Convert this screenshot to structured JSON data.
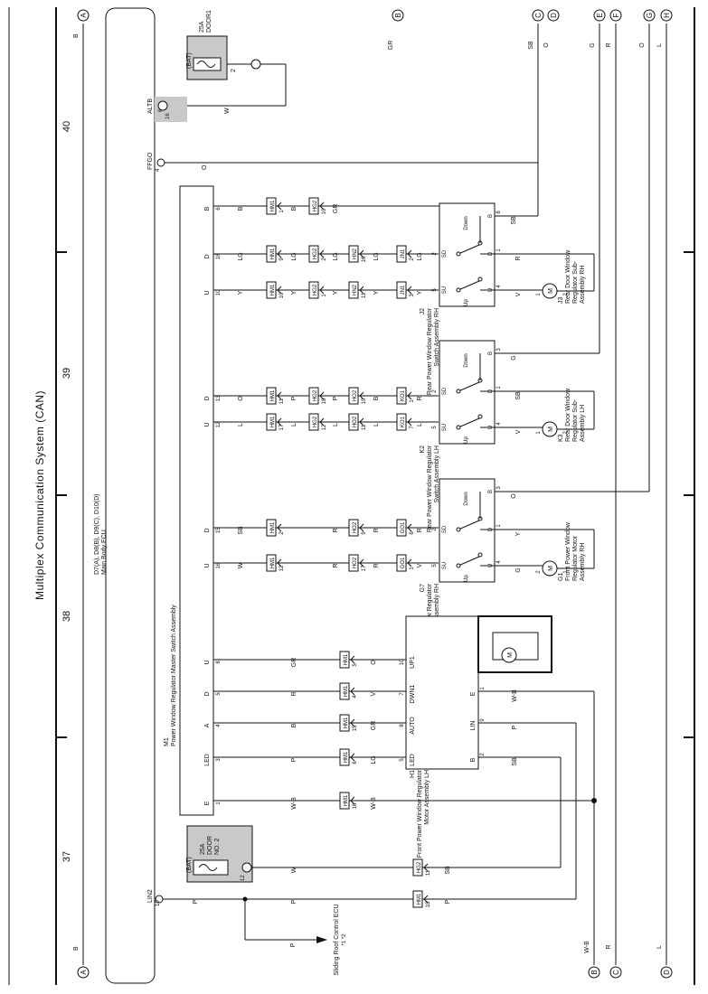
{
  "page": {
    "title": "Multiplex Communication System (CAN)",
    "grid_numbers": [
      "40",
      "39",
      "38",
      "37"
    ]
  },
  "ecu": {
    "label": "D7(A), D8(B), D9(C), D10(D)",
    "sub": "Main Body ECU"
  },
  "master": {
    "code": "M1",
    "name": "Power Window Regulator Master Switch Assembly"
  },
  "terminals": {
    "top": [
      {
        "id": "A",
        "wire": "B"
      },
      {
        "id": "B",
        "wire": "GR"
      },
      {
        "id": "C",
        "wire": "SB"
      },
      {
        "id": "D",
        "wire": "O"
      },
      {
        "id": "E",
        "wire": "G"
      },
      {
        "id": "F",
        "wire": "R"
      },
      {
        "id": "G",
        "wire": "O"
      },
      {
        "id": "H",
        "wire": "L"
      }
    ],
    "bottom": [
      {
        "id": "A",
        "wire": "B"
      },
      {
        "id": "B",
        "wire": "W-B"
      },
      {
        "id": "C",
        "wire": "R"
      },
      {
        "id": "D",
        "wire": "L"
      }
    ]
  },
  "fuses": {
    "door1": {
      "rating": "25A",
      "name": "DOOR1",
      "supply": "(BAT)",
      "pin": "2"
    },
    "door2": {
      "rating": "25A",
      "name": "DOOR",
      "name2": "NO. 2",
      "supply": "(BAT)",
      "pin": "12"
    }
  },
  "pins": {
    "altb": {
      "name": "ALTB",
      "conn": "6",
      "pin": "16",
      "wire": "W"
    },
    "ffgo": {
      "name": "FFGO",
      "pin": "4",
      "wire": "O"
    },
    "lin2": {
      "name": "LIN2",
      "pin": "10",
      "wire": "P"
    }
  },
  "rows": [
    {
      "term": "B",
      "pin": "6",
      "w1": "B",
      "c1": "HM1",
      "p1": "1",
      "w2": "B",
      "c2": "HG2",
      "p2": "10",
      "w3": "GR"
    },
    {
      "term": "D",
      "pin": "18",
      "w1": "LG",
      "c1": "HM1",
      "p1": "9",
      "w2": "LG",
      "c2": "HG2",
      "p2": "2",
      "w3": "LG",
      "c3": "HN2",
      "p3": "16",
      "w4": "LG",
      "c4": "JN1",
      "p4": "2",
      "w5": "LG"
    },
    {
      "term": "U",
      "pin": "10",
      "w1": "Y",
      "c1": "HM1",
      "p1": "10",
      "w2": "Y",
      "c2": "HG2",
      "p2": "1",
      "w3": "Y",
      "c3": "HN2",
      "p3": "11",
      "w4": "Y",
      "c4": "JN1",
      "p4": "3",
      "w5": "Y"
    },
    {
      "term": "D",
      "pin": "13",
      "w1": "O",
      "c1": "HM1",
      "p1": "11",
      "w2": "P",
      "c2": "HG2",
      "p2": "18",
      "w3": "P",
      "c3": "HO2",
      "p3": "10",
      "w4": "B",
      "c4": "KO1",
      "p4": "1",
      "w5": "R"
    },
    {
      "term": "U",
      "pin": "12",
      "w1": "L",
      "c1": "HM1",
      "p1": "17",
      "w2": "L",
      "c2": "HG2",
      "p2": "12",
      "w3": "L",
      "c3": "HO2",
      "p3": "11",
      "w4": "L",
      "c4": "KO1",
      "p4": "7",
      "w5": "L"
    },
    {
      "term": "D",
      "pin": "15",
      "w1": "SB",
      "c1": "HM1",
      "p1": "2",
      "w3": "R",
      "c3": "HO2",
      "p3": "9",
      "w4": "R",
      "c4": "GO1",
      "p4": "6",
      "w5": "R"
    },
    {
      "term": "U",
      "pin": "16",
      "w1": "W",
      "c1": "HM1",
      "p1": "12",
      "w3": "R",
      "c3": "HO2",
      "p3": "17",
      "w4": "R",
      "c4": "GO1",
      "p4": "1",
      "w5": "V"
    }
  ],
  "switches": [
    {
      "code": "J2",
      "name": "Rear Power Window Regulator",
      "name2": "Switch Assembly RH",
      "up": "Up",
      "down": "Down",
      "sd": "SD",
      "su": "SU",
      "b": "B",
      "d": "D",
      "u": "U",
      "ps": [
        "2",
        "5",
        "4",
        "1",
        "8"
      ],
      "wB": "SB",
      "wD": "R",
      "wU": "V"
    },
    {
      "code": "K2",
      "name": "Rear Power Window Regulator",
      "name2": "Switch Assembly LH",
      "up": "Up",
      "down": "Down",
      "sd": "SD",
      "su": "SU",
      "b": "B",
      "d": "D",
      "u": "U",
      "ps": [
        "2",
        "5",
        "4",
        "1",
        "3"
      ],
      "wB": "G",
      "wD": "SB",
      "wU": "V"
    },
    {
      "code": "G7",
      "name": "Front Power Window Regulator",
      "name2": "Switch Assembly RH",
      "up": "Up",
      "down": "Down",
      "sd": "SD",
      "su": "SU",
      "b": "B",
      "d": "D",
      "u": "U",
      "ps": [
        "2",
        "5",
        "4",
        "1",
        "3"
      ],
      "wB": "O",
      "wD": "Y",
      "wU": "G"
    }
  ],
  "motors": [
    {
      "code": "J3",
      "name": "Rear Door Window",
      "name2": "Regulator Sub-",
      "name3": "Assembly RH",
      "m": "M",
      "p1": "1",
      "p2": "2"
    },
    {
      "code": "K3",
      "name": "Rear Door Window",
      "name2": "Regulator Sub-",
      "name3": "Assembly LH",
      "m": "M",
      "p1": "1",
      "p2": "2"
    },
    {
      "code": "G1",
      "name": "Front Power Window",
      "name2": "Regulator Motor",
      "name3": "Assembly RH",
      "m": "M",
      "p1": "2",
      "p2": "1"
    }
  ],
  "h1": {
    "code": "H1",
    "name": "Front Power Window Regulator",
    "name2": "Motor Assembly LH",
    "pins": [
      {
        "label": "UP1",
        "p": "10",
        "m": "8",
        "term": "U",
        "w1": "GR",
        "c": "HM1",
        "cp": "5",
        "w2": "O"
      },
      {
        "label": "DWN1",
        "p": "7",
        "m": "5",
        "term": "D",
        "w1": "R",
        "c": "HM1",
        "cp": "4",
        "w2": "V"
      },
      {
        "label": "AUTO",
        "p": "8",
        "m": "4",
        "term": "A",
        "w1": "B",
        "c": "HM1",
        "cp": "15",
        "w2": "GR"
      },
      {
        "label": "LED",
        "p": "5",
        "m": "3",
        "term": "LED",
        "w1": "P",
        "c": "HM1",
        "cp": "6",
        "w2": "LG"
      }
    ],
    "right": [
      {
        "label": "E",
        "p": "1",
        "w": "W-B"
      },
      {
        "label": "LIN",
        "p": "9",
        "w": "P"
      },
      {
        "label": "B",
        "p": "2",
        "w": "SB"
      }
    ],
    "motor": "M"
  },
  "ground": {
    "term": "E",
    "pin": "1",
    "c": "HM1",
    "cp": "16",
    "w1": "W-B",
    "w2": "W-B"
  },
  "door2wire": {
    "w1": "W",
    "c": "HG2",
    "cp": "11",
    "w2": "SB"
  },
  "lin2wire": {
    "w1": "P",
    "c": "HM1",
    "cp": "18",
    "w2": "P"
  },
  "roof": {
    "label": "Sliding Roof Control ECU",
    "sub": "*1 *2",
    "wire": "P"
  }
}
